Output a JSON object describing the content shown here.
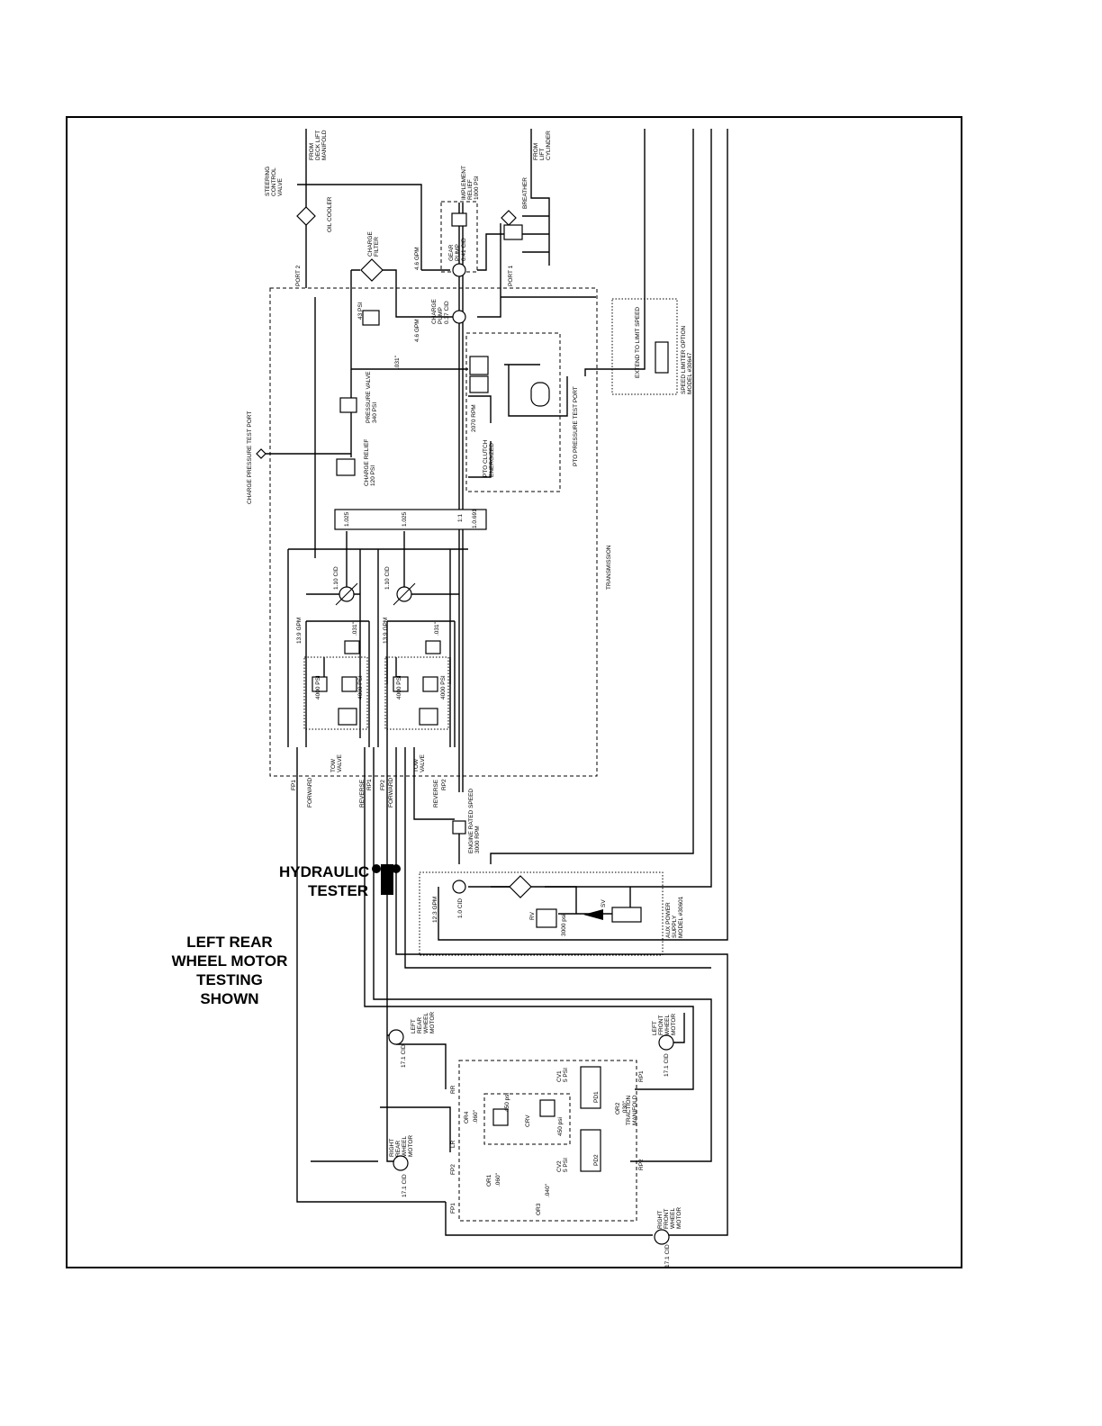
{
  "captions": {
    "tester_line1": "HYDRAULIC",
    "tester_line2": "TESTER",
    "test_line1": "LEFT REAR",
    "test_line2": "WHEEL MOTOR",
    "test_line3": "TESTING",
    "test_line4": "SHOWN"
  },
  "labels": {
    "from_deck_1": "FROM",
    "from_deck_2": "DECK LIFT",
    "from_deck_3": "MANIFOLD",
    "from_lift_1": "FROM",
    "from_lift_2": "LIFT",
    "from_lift_3": "CYLINDER",
    "steer_1": "STEERING",
    "steer_2": "CONTROL",
    "steer_3": "VALVE",
    "oil_cooler": "OIL COOLER",
    "impl_1": "IMPLEMENT",
    "impl_2": "RELIEF",
    "impl_3": "1000 PSI",
    "breather": "BREATHER",
    "gear_1": "GEAR",
    "gear_2": "PUMP",
    "gear_3": "0.41 CID",
    "gpm_46a": "4.6 GPM",
    "charge_filter_1": "CHARGE",
    "charge_filter_2": "FILTER",
    "port2": "PORT 2",
    "port1": "PORT 1",
    "psi43": "43 PSI",
    "charge_pump_1": "CHARGE",
    "charge_pump_2": "PUMP",
    "charge_pump_3": "0.37 CID",
    "gpm_46b": "4.6 GPM",
    "orifice_031": ".031\"",
    "pv_1": "PRESSURE VALVE",
    "pv_2": "340 PSI",
    "cr_1": "CHARGE RELIEF",
    "cr_2": "120 PSI",
    "cptp": "CHARGE PRESSURE TEST PORT",
    "rpm2070": "2070 RPM",
    "pto_1": "PTO CLUTCH",
    "pto_2": "ENERGIZED",
    "pto_port": "PTO PRESSURE TEST PORT",
    "extend": "EXTEND TO LIMIT SPEED",
    "sl_1": "SPEED LIMITER OPTION",
    "sl_2": "MODEL #30647",
    "r1": "1.025",
    "r2": "1.025",
    "r3": "1:1",
    "r4": "1.0.691",
    "transmission": "TRANSMISSION",
    "cid110a": "1.10 CID",
    "cid110b": "1.10 CID",
    "gpm139a": "13.9 GPM",
    "gpm139b": "13.9 GPM",
    "or031a": ".031\"",
    "or031b": ".031\"",
    "p4000a": "4000 PSI",
    "p4000b": "4000 PSI",
    "p4000c": "4000 PSI",
    "p4000d": "4000 PSI",
    "tow1_1": "TOW",
    "tow1_2": "VALVE",
    "tow2_1": "TOW",
    "tow2_2": "VALVE",
    "fp1": "FP1",
    "forward1": "FORWARD",
    "reverse1": "REVERSE",
    "rp1": "RP1",
    "fp2": "FP2",
    "forward2": "FORWARD",
    "reverse2": "REVERSE",
    "rp2": "RP2",
    "ers_1": "ENGINE RATED SPEED",
    "ers_2": "3000 RPM",
    "gpm123": "12.3 GPM",
    "cid10": "1.0 CID",
    "rv": "RV",
    "psi3000": "3000 psi",
    "sv": "SV",
    "aux_1": "AUX POWER",
    "aux_2": "SUPPLY",
    "aux_3": "MODEL #30601",
    "lrwm_1": "LEFT",
    "lrwm_2": "REAR",
    "lrwm_3": "WHEEL",
    "lrwm_4": "MOTOR",
    "lrwm_cid": "17.1 CID",
    "lfwm_1": "LEFT",
    "lfwm_2": "FRONT",
    "lfwm_3": "WHEEL",
    "lfwm_4": "MOTOR",
    "lfwm_cid": "17.1 CID",
    "rrwm_1": "RIGHT",
    "rrwm_2": "REAR",
    "rrwm_3": "WHEEL",
    "rrwm_4": "MOTOR",
    "rrwm_cid": "17.1 CID",
    "rfwm_1": "RIGHT",
    "rfwm_2": "FRONT",
    "rfwm_3": "WHEEL",
    "rfwm_4": "MOTOR",
    "rfwm_cid": "17.1 CID",
    "tm_1": "TRACTION",
    "tm_2": "MANIFOLD",
    "rr": "RR",
    "lr": "LR",
    "fp2m": "FP2",
    "fp1m": "FP1",
    "or4": "OR4",
    "or4v": ".060\"",
    "or1": "OR1",
    "or1v": ".060\"",
    "or3": "OR3",
    "or3v": ".040\"",
    "crv": "CRV",
    "p450a": "450 psi",
    "p450b": "450 psi",
    "cv1_1": "CV1",
    "cv1_2": "5 PSI",
    "cv2_1": "CV2",
    "cv2_2": "5 PSI",
    "rp1m": "RP1",
    "rp2m": "RP2",
    "or2": "OR2",
    "or2v": ".030\"",
    "pd1": "PD1",
    "pd2": "PD2"
  }
}
